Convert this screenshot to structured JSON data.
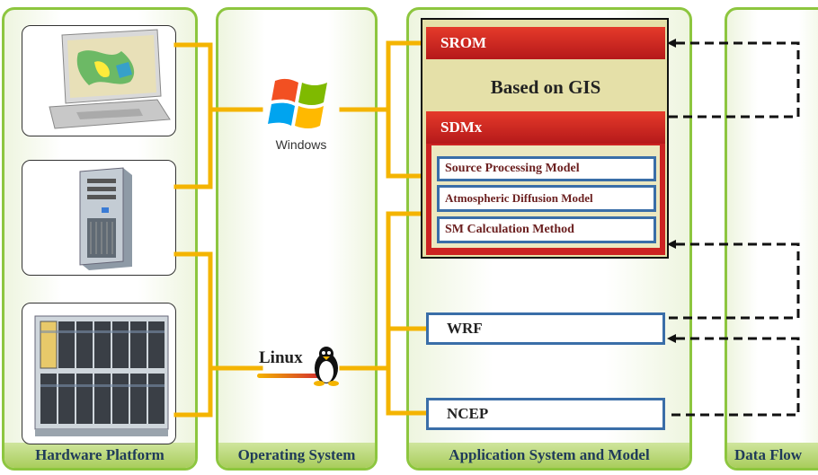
{
  "panels": {
    "hardware": "Hardware Platform",
    "os": "Operating System",
    "app": "Application System and Model",
    "dataflow": "Data Flow"
  },
  "os": {
    "windows_label": "Windows",
    "linux_label": "Linux"
  },
  "app": {
    "srom": "SROM",
    "gis": "Based on GIS",
    "sdmx": "SDMx",
    "models": [
      "Source Processing Model",
      "Atmospheric Diffusion Model",
      "SM Calculation Method"
    ],
    "wrf": "WRF",
    "ncep": "NCEP"
  },
  "colors": {
    "panel_border": "#8dc63f",
    "wire": "#f4b400",
    "red_bar": "#cc2222",
    "model_border": "#3a6ea8",
    "gis_background": "#e5e0a8"
  },
  "icons": [
    "laptop-icon",
    "tower-server-icon",
    "cabinet-server-icon",
    "windows-logo-icon",
    "linux-penguin-icon"
  ]
}
